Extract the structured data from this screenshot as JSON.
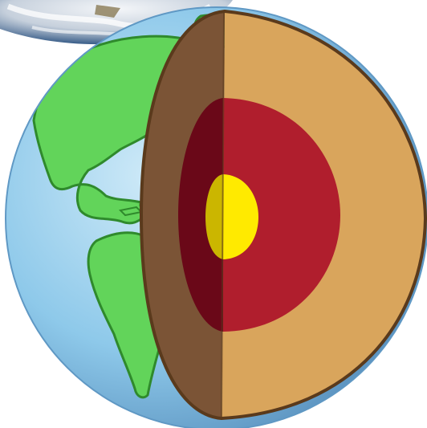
{
  "colors": {
    "background": "#ffffff",
    "ocean": "#8ec9ea",
    "ocean_shadow": "#5f98c4",
    "land": "#62d45a",
    "land_edge": "#2f8a2c",
    "crust_shade": "#7b5436",
    "mantle": "#d9a55c",
    "mantle_edge": "#5a3a1c",
    "outer_core": "#b01e2d",
    "outer_core_shade": "#6a0818",
    "inner_core": "#ffea00",
    "inner_core_shade": "#cbb600",
    "satellite_clouds": "#e9eef4",
    "satellite_ocean": "#3b5f8a"
  },
  "layers": [
    "crust",
    "mantle",
    "outer-core",
    "inner-core"
  ]
}
